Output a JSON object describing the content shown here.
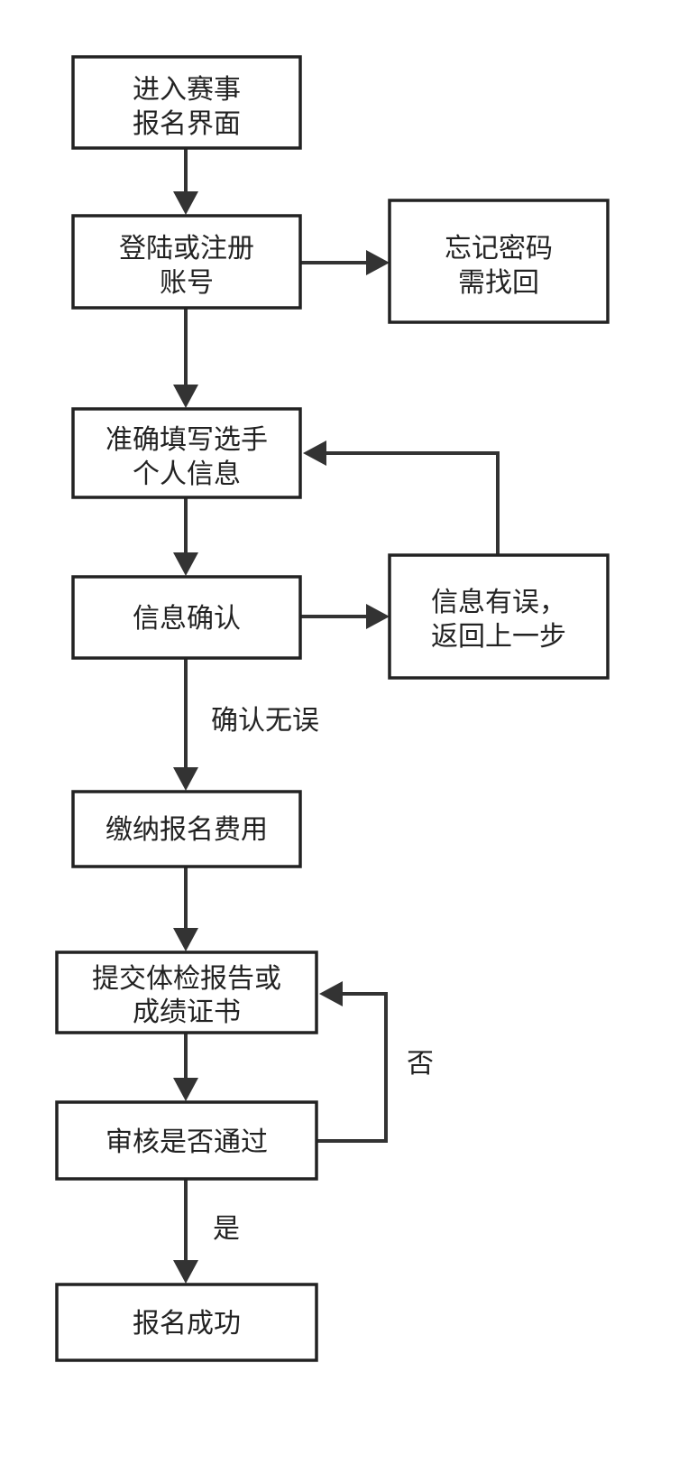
{
  "nodes": {
    "enter": {
      "lines": [
        "进入赛事",
        "报名界面"
      ]
    },
    "login": {
      "lines": [
        "登陆或注册",
        "账号"
      ]
    },
    "forgot": {
      "lines": [
        "忘记密码",
        "需找回"
      ]
    },
    "fill": {
      "lines": [
        "准确填写选手",
        "个人信息"
      ]
    },
    "confirm": {
      "lines": [
        "信息确认"
      ]
    },
    "error": {
      "lines": [
        "信息有误，",
        "返回上一步"
      ]
    },
    "pay": {
      "lines": [
        "缴纳报名费用"
      ]
    },
    "submit": {
      "lines": [
        "提交体检报告或",
        "成绩证书"
      ]
    },
    "review": {
      "lines": [
        "审核是否通过"
      ]
    },
    "success": {
      "lines": [
        "报名成功"
      ]
    }
  },
  "edge_labels": {
    "confirm_ok": "确认无误",
    "review_no": "否",
    "review_yes": "是"
  },
  "colors": {
    "stroke": "#222222",
    "line": "#333333",
    "background": "#ffffff"
  }
}
